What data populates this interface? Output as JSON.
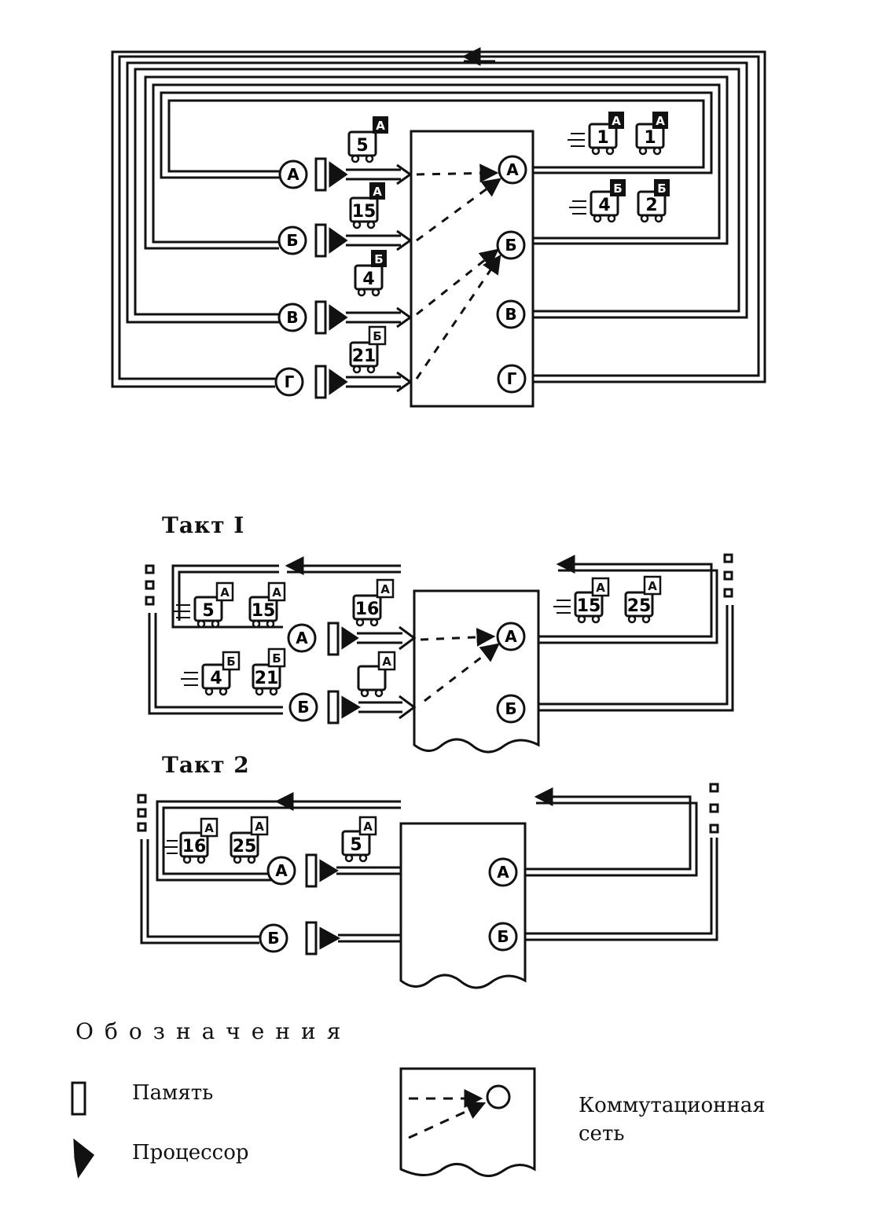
{
  "panels": {
    "overview": {
      "inputs": [
        {
          "node": "А",
          "vehicle": {
            "number": "5",
            "tag": "А"
          }
        },
        {
          "node": "Б",
          "vehicle": {
            "number": "15",
            "tag": "А"
          }
        },
        {
          "node": "В",
          "vehicle": {
            "number": "4",
            "tag": "Б"
          }
        },
        {
          "node": "Г",
          "vehicle": {
            "number": "21",
            "tag": "Б"
          }
        }
      ],
      "outputs": [
        "А",
        "Б",
        "В",
        "Г"
      ],
      "queue_a": [
        {
          "number": "1",
          "tag": "А"
        },
        {
          "number": "1",
          "tag": "А"
        }
      ],
      "queue_b": [
        {
          "number": "4",
          "tag": "Б"
        },
        {
          "number": "2",
          "tag": "Б"
        }
      ]
    },
    "takt1": {
      "title": "Такт I",
      "inputs": [
        "А",
        "Б"
      ],
      "outputs": [
        "А",
        "Б"
      ],
      "left_queue_a": [
        {
          "number": "5",
          "tag": "А"
        },
        {
          "number": "15",
          "tag": "А"
        }
      ],
      "left_queue_b": [
        {
          "number": "4",
          "tag": "Б"
        },
        {
          "number": "21",
          "tag": "Б"
        }
      ],
      "sending_a": {
        "number": "16",
        "tag": "А"
      },
      "sending_b": {
        "number": "",
        "tag": "А"
      },
      "right_queue": [
        {
          "number": "15",
          "tag": "А"
        },
        {
          "number": "25",
          "tag": "А"
        }
      ]
    },
    "takt2": {
      "title": "Такт 2",
      "inputs": [
        "А",
        "Б"
      ],
      "outputs": [
        "А",
        "Б"
      ],
      "left_queue": [
        {
          "number": "16",
          "tag": "А"
        },
        {
          "number": "25",
          "tag": "А"
        }
      ],
      "sending_a": {
        "number": "5",
        "tag": "А"
      }
    }
  },
  "legend": {
    "title": "Обозначения",
    "memory": "Память",
    "processor": "Процессор",
    "network_line1": "Коммутационная",
    "network_line2": "сеть"
  }
}
